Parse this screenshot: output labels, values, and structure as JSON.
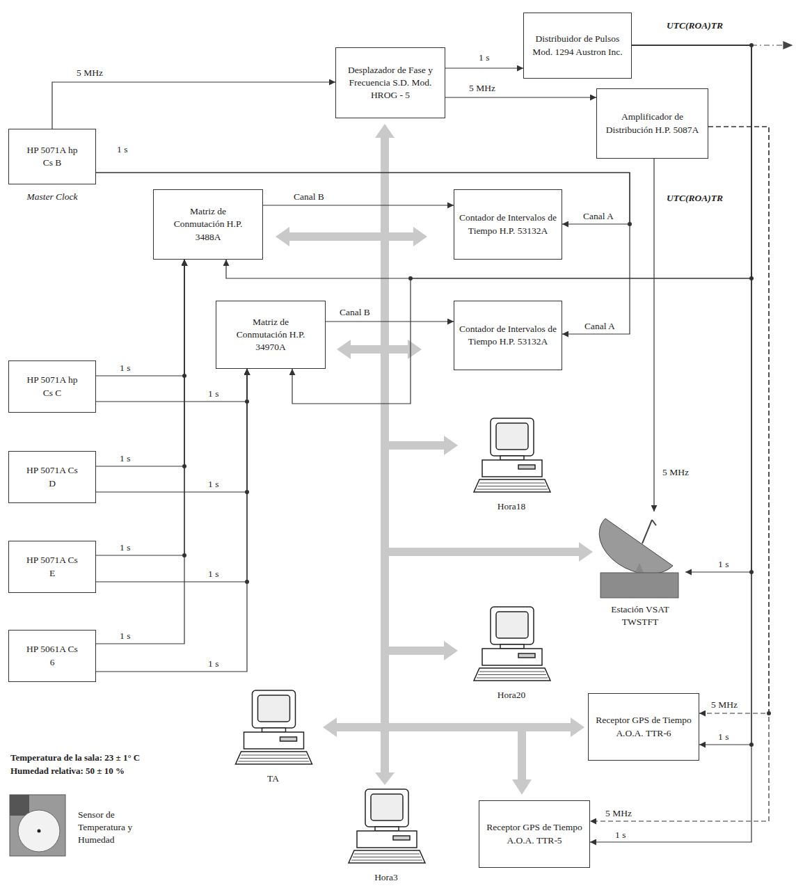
{
  "diagram": {
    "nodes": [
      {
        "text": [
          "HP 5071A hp Cs B",
          "Master Clock"
        ]
      },
      {
        "text": [
          "Desplazador de Fase y Frecuencia S.D. Mod. HROG - 5"
        ]
      },
      {
        "text": [
          "Distribuidor de Pulsos Mod. 1294 Austron Inc."
        ]
      },
      {
        "text": [
          "Amplificador de Distribución H.P. 5087A"
        ]
      },
      {
        "text": [
          "Matriz de Conmutación H.P. 3488A"
        ]
      },
      {
        "text": [
          "Contador de Intervalos de Tiempo H.P. 53132A"
        ]
      },
      {
        "text": [
          "Matriz de Conmutación H.P. 34970A"
        ]
      },
      {
        "text": [
          "Contador de Intervalos de Tiempo H.P. 53132A"
        ]
      },
      {
        "text": [
          "HP 5071A hp Cs C"
        ]
      },
      {
        "text": [
          "HP 5071A Cs D"
        ]
      },
      {
        "text": [
          "HP 5071A Cs E"
        ]
      },
      {
        "text": [
          "HP 5061A Cs 6"
        ]
      },
      {
        "text": [
          "Hora18"
        ]
      },
      {
        "text": [
          "Estación VSAT TWSTFT"
        ]
      },
      {
        "text": [
          "Hora20"
        ]
      },
      {
        "text": [
          "Receptor GPS de Tiempo A.O.A. TTR-6"
        ]
      },
      {
        "text": [
          "TA"
        ]
      },
      {
        "text": [
          "Hora3"
        ]
      },
      {
        "text": [
          "Receptor GPS de Tiempo A.O.A. TTR-5"
        ]
      },
      {
        "text": [
          "Sensor de Temperatura y Humedad"
        ]
      }
    ],
    "edges": [
      {
        "from": 0,
        "to": 1,
        "arrow": "to",
        "label": "5 MHz"
      },
      {
        "from": 1,
        "to": 2,
        "arrow": "to",
        "label": "1 s"
      },
      {
        "from": 1,
        "to": 3,
        "arrow": "to",
        "label": "5 MHz"
      },
      {
        "from": 3,
        "to": 13,
        "arrow": "to",
        "label": "5 MHz"
      },
      {
        "from": 2,
        "to": 4,
        "arrow": "to"
      },
      {
        "from": 2,
        "to": 6,
        "arrow": "to"
      },
      {
        "from": 2,
        "to": 13,
        "arrow": "to",
        "label": "1 s"
      },
      {
        "from": 2,
        "to": 15,
        "arrow": "to",
        "label": "1 s"
      },
      {
        "from": 2,
        "to": 18,
        "arrow": "to",
        "label": "1 s"
      },
      {
        "from": 3,
        "to": 15,
        "arrow": "to",
        "label": "5 MHz"
      },
      {
        "from": 3,
        "to": 18,
        "arrow": "to",
        "label": "5 MHz"
      },
      {
        "from": 0,
        "to": 5,
        "arrow": "to",
        "label": "Canal A"
      },
      {
        "from": 0,
        "to": 7,
        "arrow": "to",
        "label": "Canal A"
      },
      {
        "from": 4,
        "to": 5,
        "arrow": "to",
        "label": "Canal B"
      },
      {
        "from": 6,
        "to": 7,
        "arrow": "to",
        "label": "Canal B"
      },
      {
        "from": 8,
        "to": 4,
        "arrow": "to",
        "label": "1 s"
      },
      {
        "from": 9,
        "to": 4,
        "arrow": "to",
        "label": "1 s"
      },
      {
        "from": 10,
        "to": 4,
        "arrow": "to",
        "label": "1 s"
      },
      {
        "from": 11,
        "to": 4,
        "arrow": "to",
        "label": "1 s"
      },
      {
        "from": 8,
        "to": 6,
        "arrow": "to",
        "label": "1 s"
      },
      {
        "from": 9,
        "to": 6,
        "arrow": "to",
        "label": "1 s"
      },
      {
        "from": 10,
        "to": 6,
        "arrow": "to",
        "label": "1 s"
      },
      {
        "from": 11,
        "to": 6,
        "arrow": "to",
        "label": "1 s"
      }
    ],
    "labels": [
      "UTC(ROA)TR",
      "UTC(ROA)TR",
      "1 s",
      "Temperatura de la sala: 23 ± 1° C",
      "Humedad relativa: 50 ± 10 %"
    ]
  }
}
